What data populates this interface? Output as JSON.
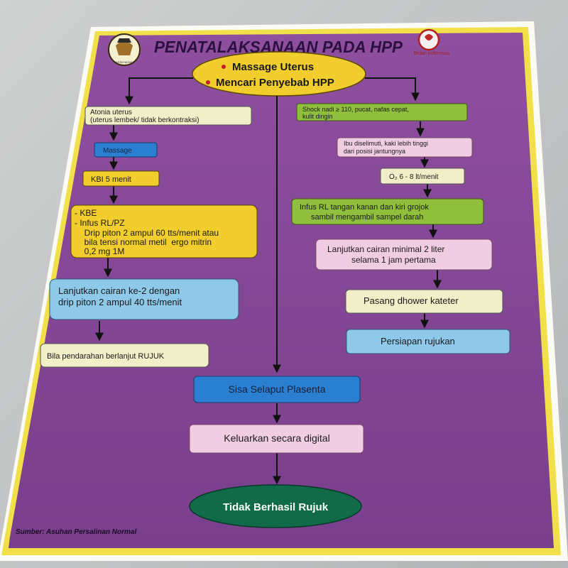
{
  "title": "PENATALAKSANAAN PADA HPP",
  "logo_right_text": "Bidan Indonesia",
  "logo_left_text": "KESEHATAN",
  "top": {
    "item1": "Massage Uterus",
    "item2": "Mencari Penyebab HPP"
  },
  "left": {
    "atonia_line1": "Atonia uterus",
    "atonia_line2": "(uterus lembek/ tidak berkontraksi)",
    "massage": "Massage",
    "kbi": "KBI  5 menit",
    "kbe_line1": "- KBE",
    "kbe_line2": "- Infus RL/PZ",
    "kbe_line3": "  Drip piton 2 ampul 60 tts/menit atau",
    "kbe_line4": "  bila tensi normal metil  ergo mitrin",
    "kbe_line5": "  0,2 mg 1M",
    "lanjut_line1": "Lanjutkan cairan ke-2 dengan",
    "lanjut_line2": "drip piton 2 ampul 40 tts/menit",
    "rujuk": "Bila pendarahan berlanjut RUJUK"
  },
  "right": {
    "shock_line1": "Shock nadi ≥ 110, pucat, nafas cepat,",
    "shock_line2": "kulit dingin",
    "ibu_line1": "Ibu diselimuti, kaki lebih tinggi",
    "ibu_line2": "dari posisi jantungnya",
    "o2": "O₂ 6 - 8 lt/menit",
    "infus_line1": "Infus RL tangan kanan dan kiri grojok",
    "infus_line2": "sambil mengambil sampel darah",
    "cairan_line1": "Lanjutkan cairan minimal 2 liter",
    "cairan_line2": "selama 1 jam pertama",
    "dhower": "Pasang dhower kateter",
    "rujukan": "Persiapan rujukan"
  },
  "center": {
    "sisa": "Sisa Selaput Plasenta",
    "keluarkan": "Keluarkan secara digital",
    "final": "Tidak Berhasil Rujuk"
  },
  "source": "Sumber: Asuhan Persalinan Normal",
  "colors": {
    "purple": "#8a4c9b",
    "yellow_border": "#f2e04a",
    "olive_green": "#8fbf3c",
    "cream": "#f1efc8",
    "blue": "#2a7fd0",
    "light_blue": "#8ec9ea",
    "gold": "#f2cd2e",
    "pink": "#f1cde3",
    "dark_green": "#116b48"
  }
}
